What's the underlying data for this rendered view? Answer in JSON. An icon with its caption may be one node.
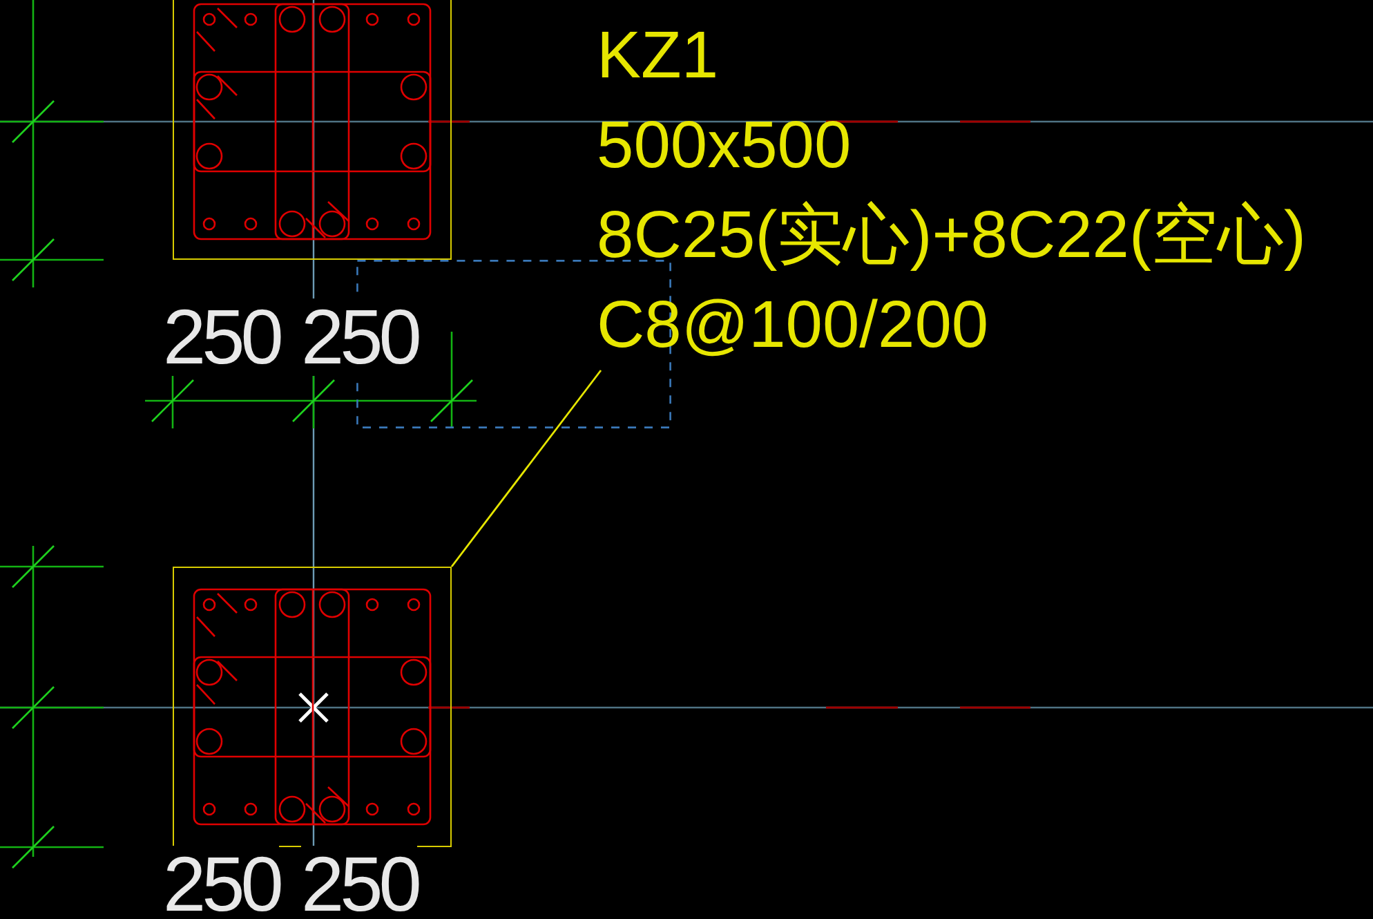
{
  "diagram": {
    "nodes": [
      {
        "text": [],
        "shape": "box"
      },
      {
        "text": [
          "KZ1",
          "500x500",
          "8C25(实心)+8C22(空心)",
          "C8@100/200"
        ]
      },
      {
        "text": [],
        "shape": "box"
      },
      {
        "text": [],
        "shape": "box"
      }
    ],
    "edges": [
      {
        "from": 1,
        "to": 3,
        "arrow": "none"
      }
    ],
    "labels": [
      "250",
      "250",
      "250",
      "250"
    ]
  }
}
